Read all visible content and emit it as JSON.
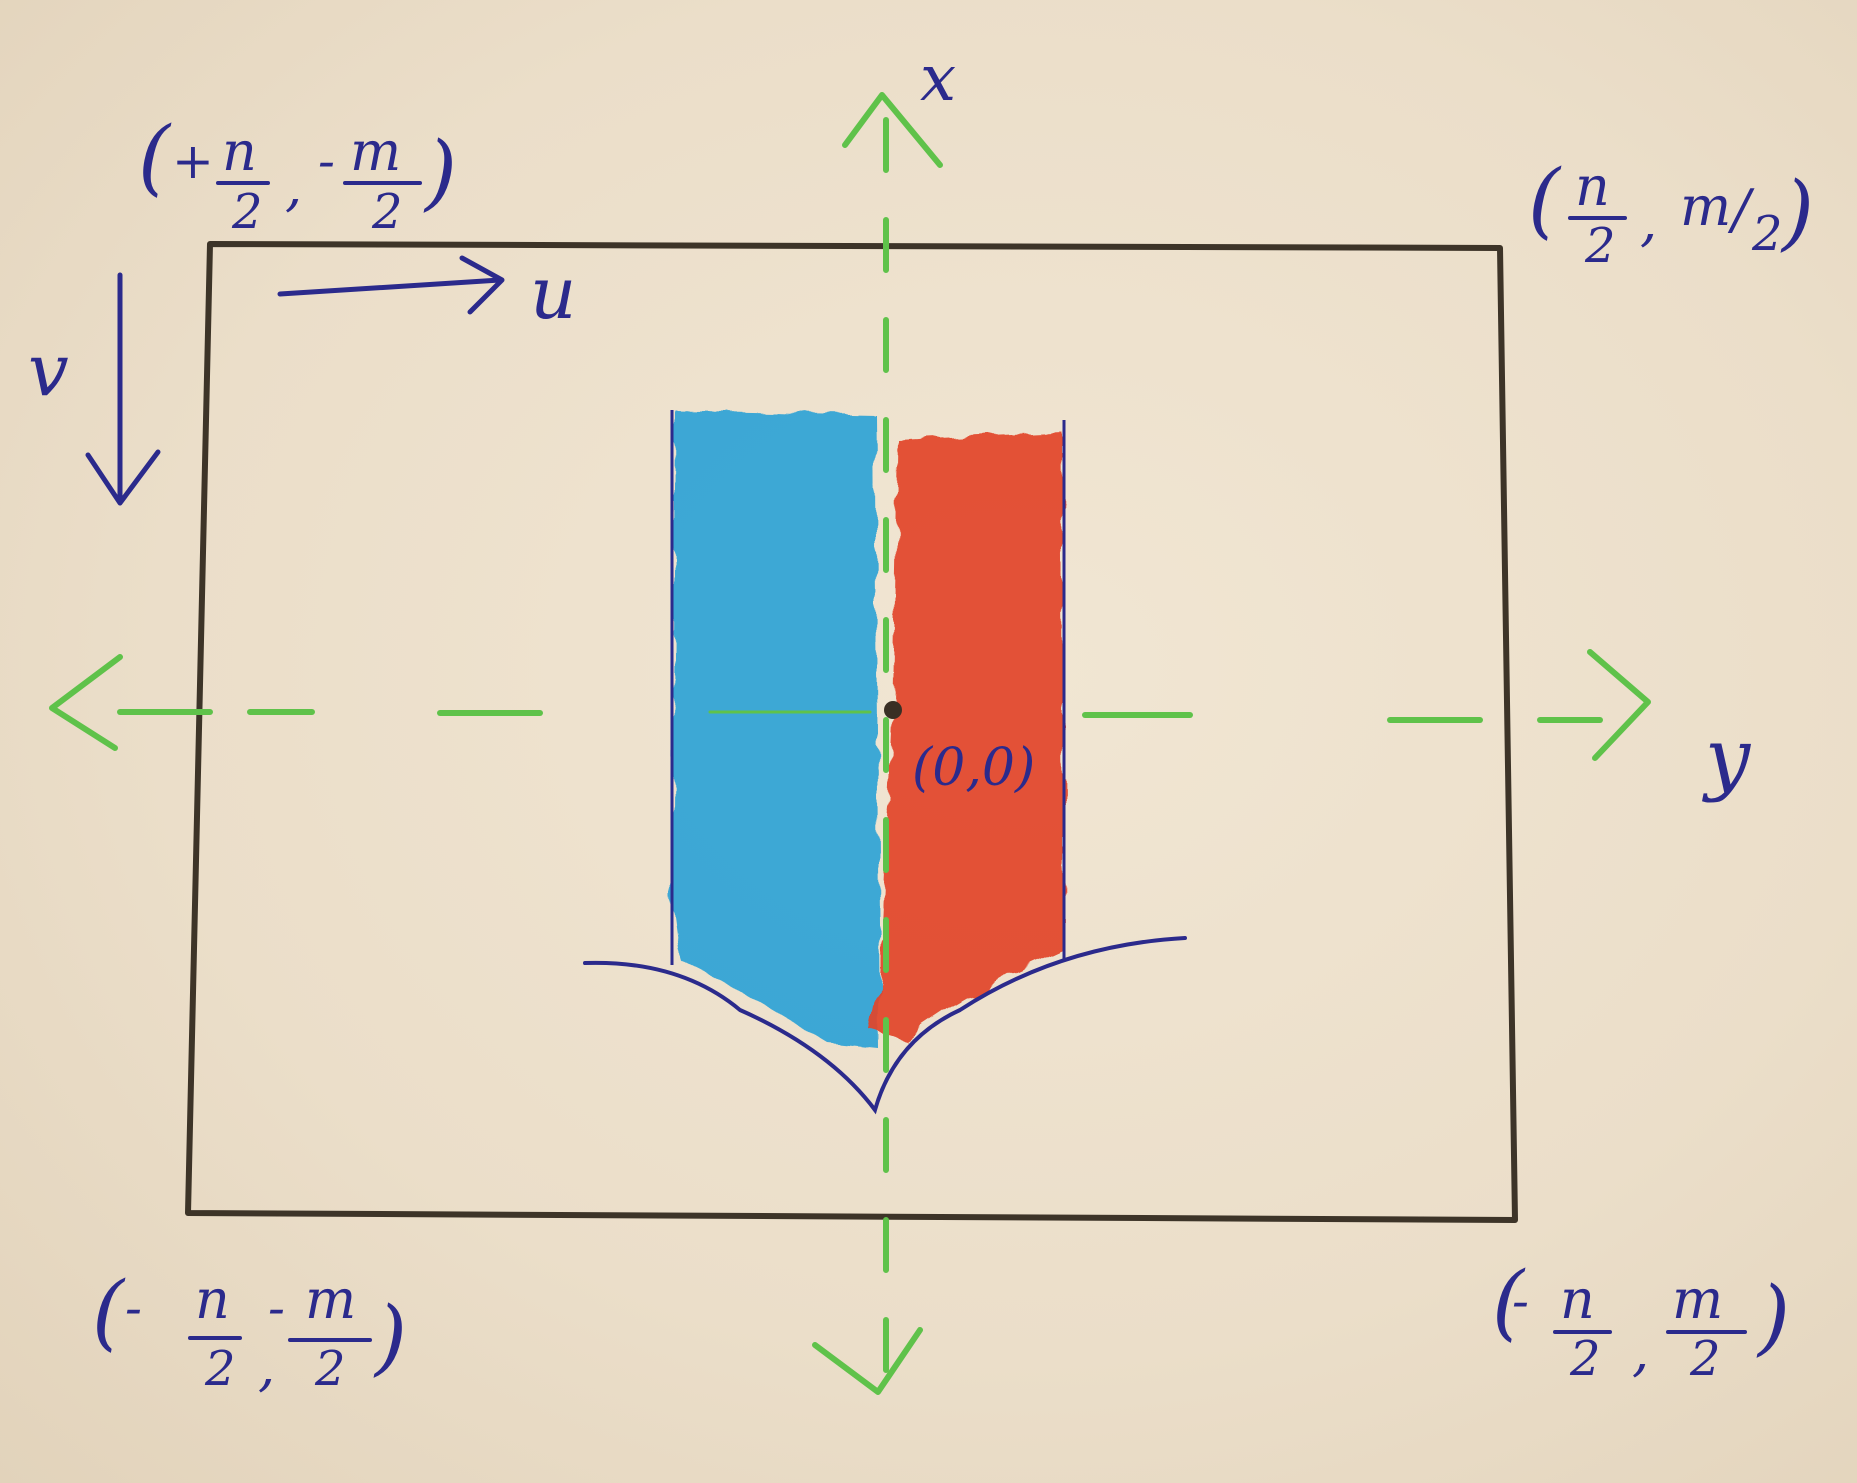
{
  "axes": {
    "x_label": "x",
    "y_label": "y",
    "u_label": "u",
    "v_label": "v",
    "origin_label": "(0,0)"
  },
  "corners": {
    "top_left": {
      "sign1": "+",
      "num1": "n",
      "den1": "2",
      "sign2": "-",
      "num2": "m",
      "den2": "2"
    },
    "top_right": {
      "sign1": "",
      "num1": "n",
      "den1": "2",
      "sign2": "",
      "num2": "m",
      "den2": "2"
    },
    "bottom_left": {
      "sign1": "-",
      "num1": "n",
      "den1": "2",
      "sign2": "-",
      "num2": "m",
      "den2": "2"
    },
    "bottom_right": {
      "sign1": "-",
      "num1": "n",
      "den1": "2",
      "sign2": "",
      "num2": "m",
      "den2": "2"
    }
  },
  "colors": {
    "ink": "#2b2a8c",
    "axis_green": "#5fc24a",
    "frame": "#3d3428",
    "shield_blue": "#2fa3d6",
    "shield_red": "#e2452b"
  }
}
